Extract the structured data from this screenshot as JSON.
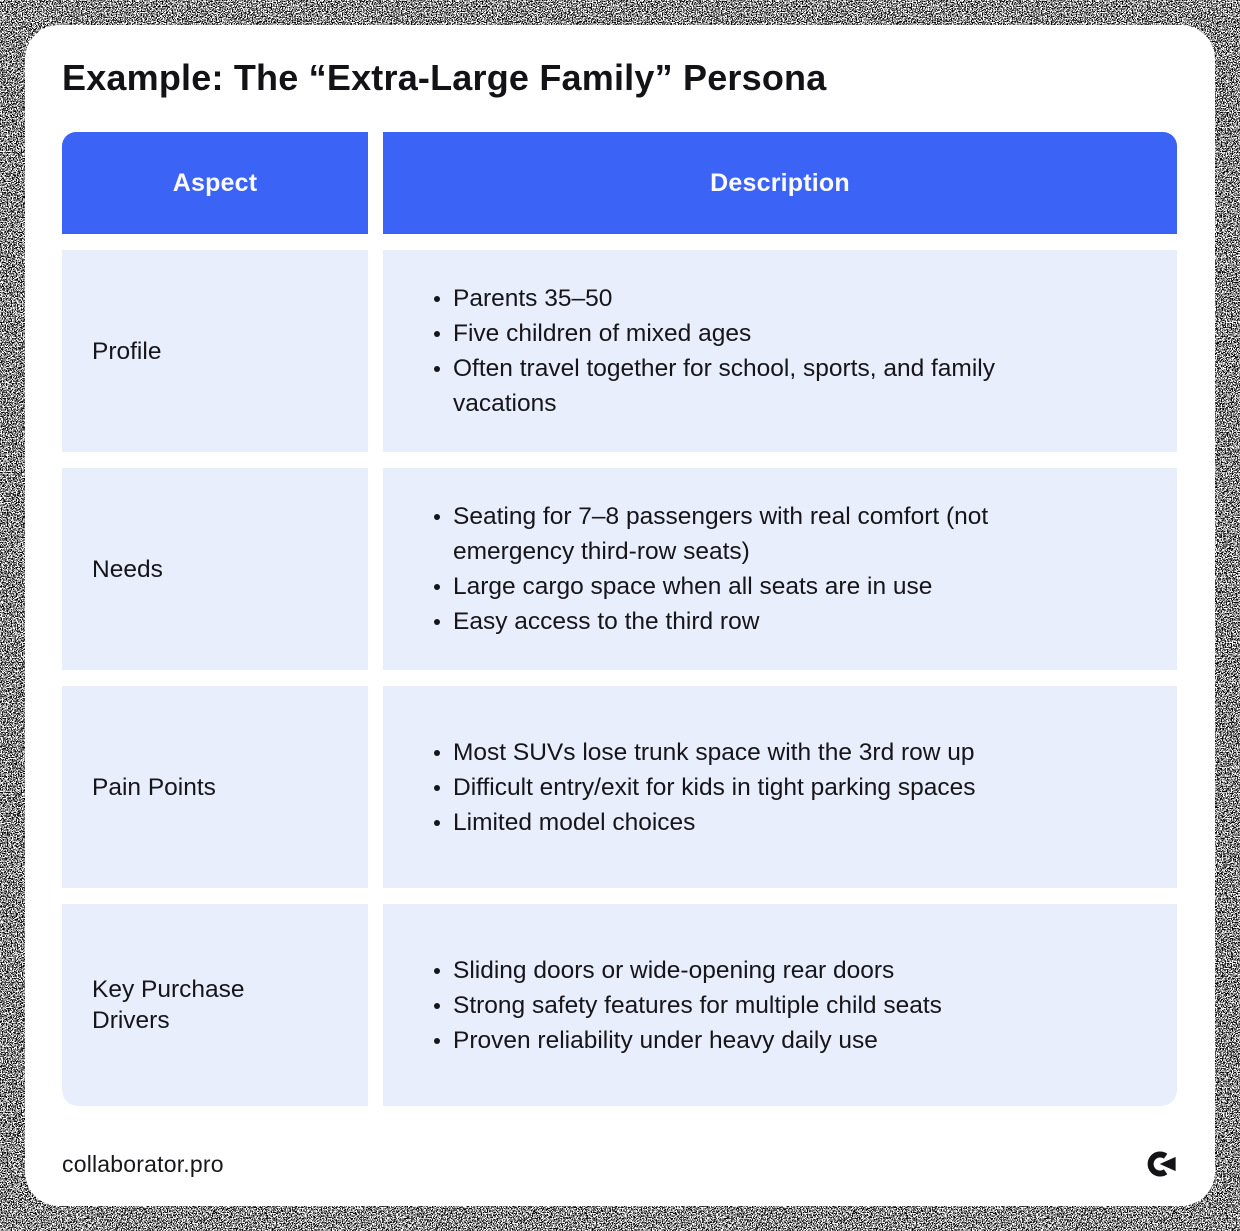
{
  "page": {
    "title": "Example: The “Extra-Large Family” Persona"
  },
  "table": {
    "headers": [
      "Aspect",
      "Description"
    ],
    "rows": [
      {
        "aspect": "Profile",
        "bullets": [
          "Parents 35–50",
          "Five children of mixed ages",
          "Often travel together for school, sports, and family vacations"
        ]
      },
      {
        "aspect": "Needs",
        "bullets": [
          "Seating for 7–8 passengers with real comfort (not emergency third-row seats)",
          "Large cargo space when all seats are in use",
          "Easy access to the third row"
        ]
      },
      {
        "aspect": "Pain Points",
        "bullets": [
          "Most SUVs lose trunk space with the 3rd row up",
          "Difficult entry/exit for kids in tight parking spaces",
          "Limited model choices"
        ]
      },
      {
        "aspect": "Key Purchase Drivers",
        "bullets": [
          "Sliding doors or wide-opening rear doors",
          "Strong safety features for multiple child seats",
          "Proven reliability under heavy daily use"
        ]
      }
    ]
  },
  "footer": {
    "site": "collaborator.pro",
    "logo": "collaborator-logo"
  },
  "colors": {
    "accent": "#3B63F6",
    "row_bg": "#E9EEFC",
    "text": "#15151A",
    "header_text": "#FBFAFF",
    "card_bg": "#FFFFFF",
    "frame_bg": "#0A0A0A"
  }
}
